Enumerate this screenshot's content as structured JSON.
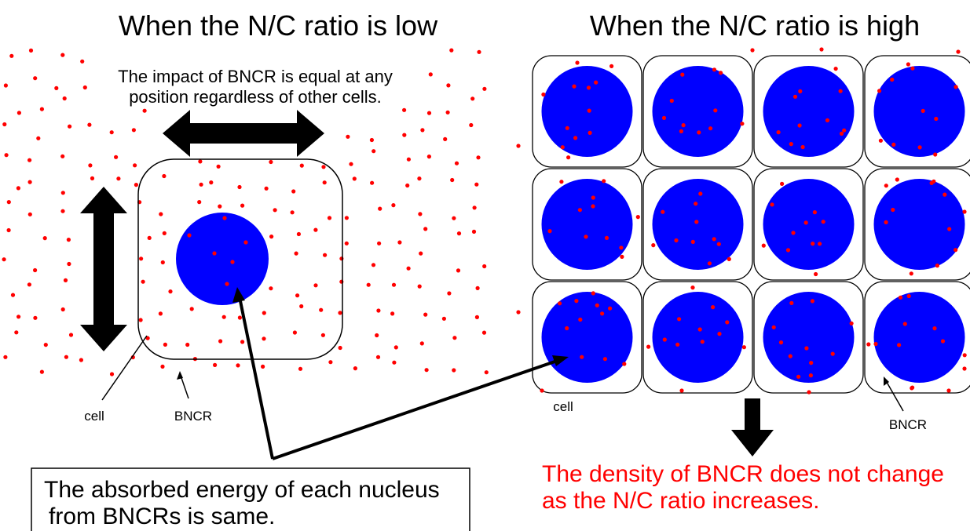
{
  "left": {
    "title": "When the N/C ratio is low",
    "note_line1": "The impact of BNCR is equal at any",
    "note_line2": "position regardless of other cells.",
    "cell_label": "cell",
    "bncr_label": "BNCR"
  },
  "right": {
    "title": "When the N/C ratio is high",
    "cell_label": "cell",
    "bncr_label": "BNCR",
    "conclusion_line1": "The density of BNCR does not change",
    "conclusion_line2": "as the N/C ratio increases."
  },
  "box": {
    "line1": "The absorbed energy of each nucleus",
    "line2": "from BNCRs is same."
  },
  "colors": {
    "nucleus": "#0000ff",
    "bncr_dot": "#ff0000",
    "conclusion_text": "#ff0000",
    "outline": "#000000"
  }
}
